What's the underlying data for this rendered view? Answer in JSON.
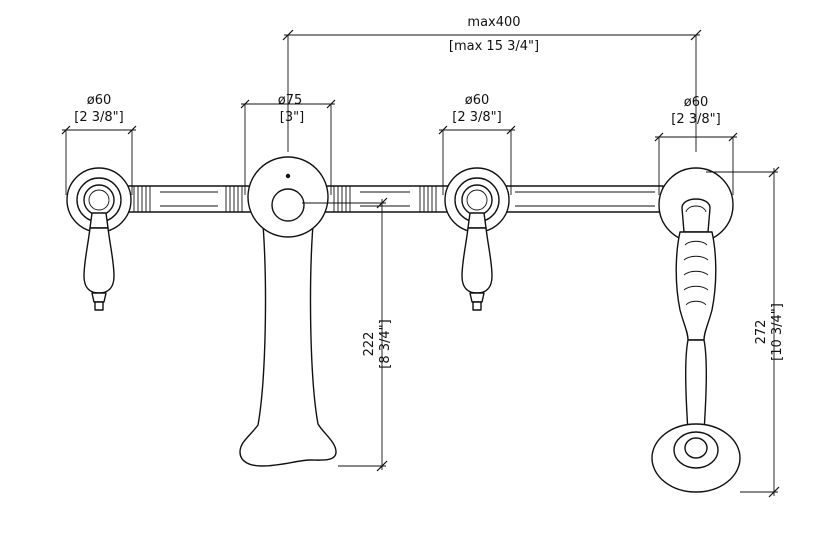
{
  "dimensions": {
    "overall_width": {
      "mm": "max400",
      "inch": "[max 15 3/4\"]"
    },
    "left_handle_diameter": {
      "mm": "ø60",
      "inch": "[2 3/8\"]"
    },
    "spout_diameter": {
      "mm": "ø75",
      "inch": "[3\"]"
    },
    "right_handle_diameter": {
      "mm": "ø60",
      "inch": "[2 3/8\"]"
    },
    "shower_mount_diameter": {
      "mm": "ø60",
      "inch": "[2 3/8\"]"
    },
    "spout_height": {
      "mm": "222",
      "inch": "[8 3/4\"]"
    },
    "shower_height": {
      "mm": "272",
      "inch": "[10 3/4\"]"
    }
  },
  "colors": {
    "line": "#111111",
    "background": "#ffffff"
  }
}
